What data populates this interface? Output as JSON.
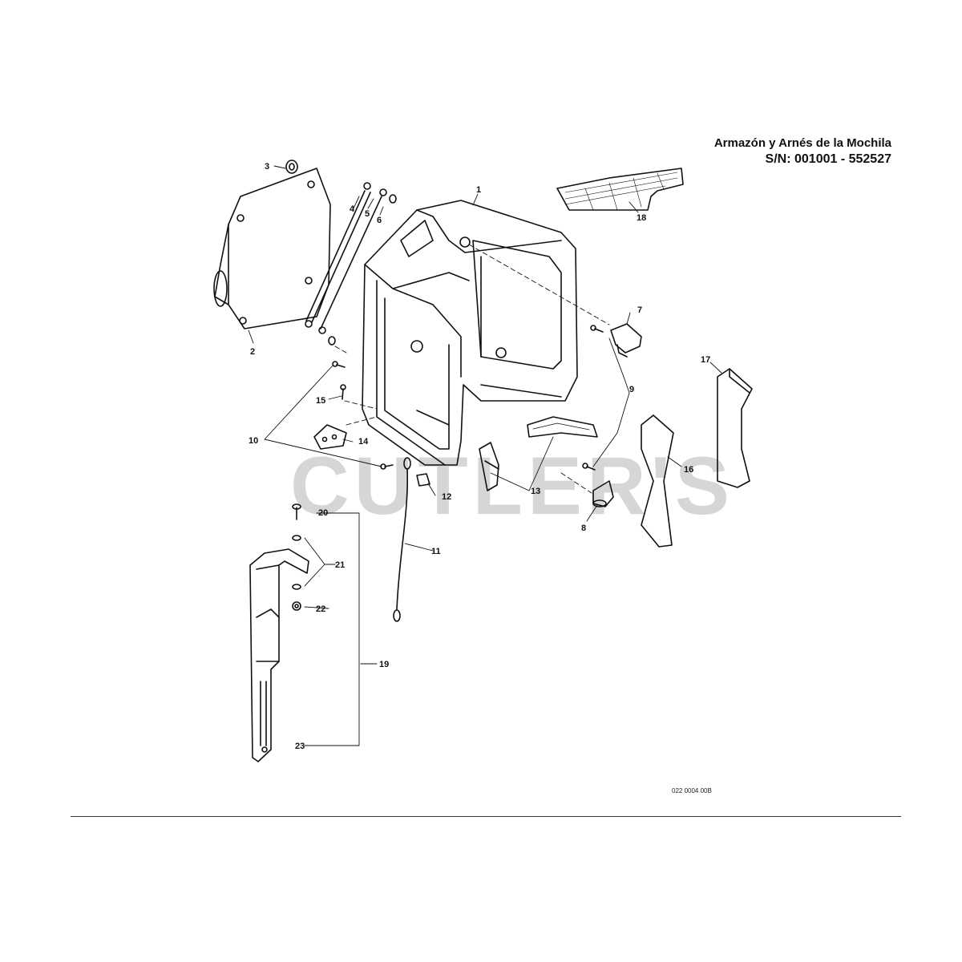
{
  "header": {
    "title_line1": "Armazón y Arnés de la Mochila",
    "title_line2": "S/N: 001001 - 552527"
  },
  "watermark": "CUTLER'S",
  "diagram_ref": "022 0004 00B",
  "callouts": {
    "p1": "1",
    "p2": "2",
    "p3": "3",
    "p4": "4",
    "p5": "5",
    "p6": "6",
    "p7": "7",
    "p8": "8",
    "p9": "9",
    "p10": "10",
    "p11": "11",
    "p12": "12",
    "p13": "13",
    "p14": "14",
    "p15": "15",
    "p16": "16",
    "p17": "17",
    "p18": "18",
    "p19": "19",
    "p20": "20",
    "p21": "21",
    "p22": "22",
    "p23": "23"
  }
}
